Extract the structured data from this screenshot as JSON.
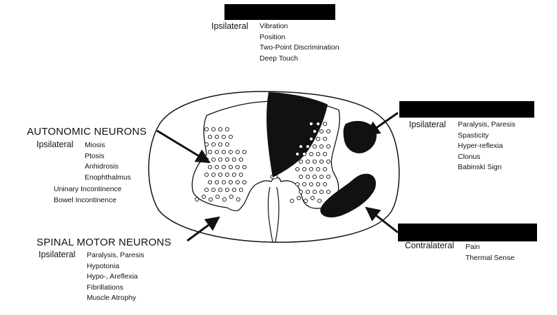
{
  "dorsal_column": {
    "side": "Ipsilateral",
    "items": [
      "Vibration",
      "Position",
      "Two-Point Discrimination",
      "Deep Touch"
    ]
  },
  "corticospinal": {
    "side": "Ipsilateral",
    "items": [
      "Paralysis, Paresis",
      "Spasticity",
      "Hyper-reflexia",
      "Clonus",
      "Babinski Sign"
    ]
  },
  "spinothalamic": {
    "side": "Contralateral",
    "items": [
      "Pain",
      "Thermal Sense"
    ]
  },
  "autonomic": {
    "heading": "AUTONOMIC NEURONS",
    "side": "Ipsilateral",
    "items": [
      "Miosis",
      "Ptosis",
      "Anhidrosis",
      "Enophthalmus"
    ],
    "extra": [
      "Uninary Incontinence",
      "Bowel Incontinence"
    ]
  },
  "spinal_motor": {
    "heading": "SPINAL MOTOR NEURONS",
    "side": "Ipsilateral",
    "items": [
      "Paralysis, Paresis",
      "Hypotonia",
      "Hypo-, Areflexia",
      "Fibrillations",
      "Muscle Atrophy"
    ]
  },
  "colors": {
    "ink": "#111111",
    "background": "#ffffff",
    "redaction": "#000000"
  }
}
